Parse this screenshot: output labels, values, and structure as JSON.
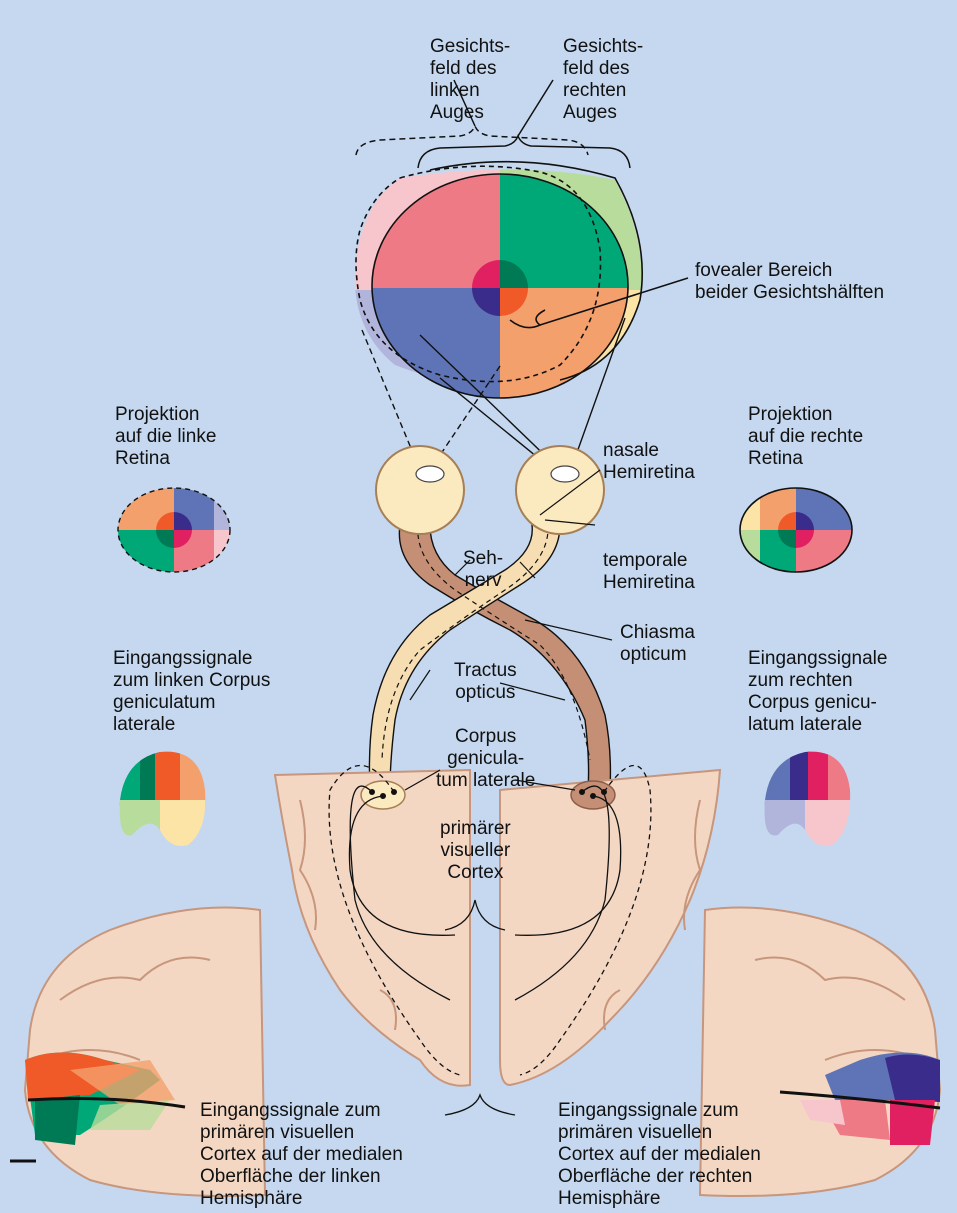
{
  "labels": {
    "left_field": "Gesichts-\nfeld des\nlinken\nAuges",
    "right_field": "Gesichts-\nfeld des\nrechten\nAuges",
    "foveal": "fovealer Bereich\nbeider Gesichtshälften",
    "proj_left": "Projektion\nauf die linke\nRetina",
    "proj_right": "Projektion\nauf die rechte\nRetina",
    "nasal": "nasale\nHemiretina",
    "temporal": "temporale\nHemiretina",
    "sehnerv": "Seh-\nnerv",
    "chiasma": "Chiasma\nopticum",
    "tractus": "Tractus\nopticus",
    "corpus": "Corpus\ngenicula-\ntum laterale",
    "input_lgn_left": "Eingangssignale\nzum linken Corpus\ngeniculatum\nlaterale",
    "input_lgn_right": "Eingangssignale\nzum rechten\nCorpus genicu-\nlatum laterale",
    "primary_cortex": "primärer\nvisueller\nCortex",
    "input_cortex_left": "Eingangssignale zum\nprimären visuellen\nCortex auf der medialen\nOberfläche der linken\nHemisphäre",
    "input_cortex_right": "Eingangssignale zum\nprimären visuellen\nCortex auf der medialen\nOberfläche der rechten\nHemisphäre"
  },
  "colors": {
    "background": "#c5d8ef",
    "upper_left": "#ee7a86",
    "upper_right": "#00a878",
    "lower_left": "#5e74b6",
    "lower_right": "#f4a06c",
    "pale_upper_left": "#f7c6cc",
    "pale_upper_right": "#b8dc9c",
    "pale_lower_left": "#b1b5dc",
    "pale_lower_right": "#fbe4a6",
    "fovea_red": "#e02060",
    "fovea_green": "#007a55",
    "fovea_blue": "#3a2c8a",
    "fovea_orange": "#f05a28",
    "brain_tissue": "#f3d7c3",
    "brain_outline": "#c7967c",
    "nerve_left": "#f6ddb2",
    "nerve_right": "#c58f76"
  }
}
